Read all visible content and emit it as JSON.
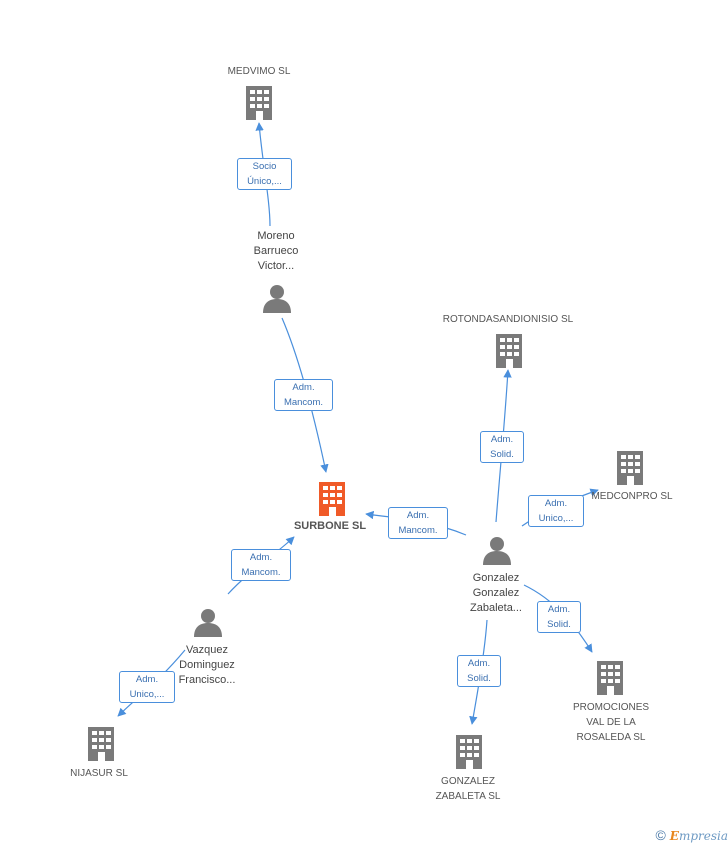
{
  "nodes": {
    "medvimo": {
      "label": "MEDVIMO  SL",
      "type": "company"
    },
    "moreno": {
      "label": "Moreno\nBarrueco\nVictor...",
      "type": "person"
    },
    "surbone": {
      "label": "SURBONE SL",
      "type": "company-main"
    },
    "vazquez": {
      "label": "Vazquez\nDominguez\nFrancisco...",
      "type": "person"
    },
    "nijasur": {
      "label": "NIJASUR  SL",
      "type": "company"
    },
    "rotondas": {
      "label": "ROTONDASANDIONISIO SL",
      "type": "company"
    },
    "medconpro": {
      "label": "MEDCONPRO  SL",
      "type": "company"
    },
    "gonzalez": {
      "label": "Gonzalez\nGonzalez\nZabaleta...",
      "type": "person"
    },
    "promociones": {
      "label": "PROMOCIONES\nVAL DE LA\nROSALEDA SL",
      "type": "company"
    },
    "gonzalez_zabaleta": {
      "label": "GONZALEZ\nZABALETA SL",
      "type": "company"
    }
  },
  "edges": {
    "moreno_medvimo": "Socio\nÚnico,...",
    "moreno_surbone": "Adm.\nMancom.",
    "vazquez_surbone": "Adm.\nMancom.",
    "vazquez_nijasur": "Adm.\nUnico,...",
    "gonzalez_surbone": "Adm.\nMancom.",
    "gonzalez_rotondas": "Adm.\nSolid.",
    "gonzalez_medconpro": "Adm.\nUnico,...",
    "gonzalez_promociones": "Adm.\nSolid.",
    "gonzalez_gzabaleta": "Adm.\nSolid."
  },
  "colors": {
    "edge": "#4a8fdc",
    "node": "#7a7a7a",
    "main": "#f05a28"
  },
  "footer": {
    "copyright": "©",
    "brand_e": "E",
    "brand_rest": "mpresia"
  }
}
